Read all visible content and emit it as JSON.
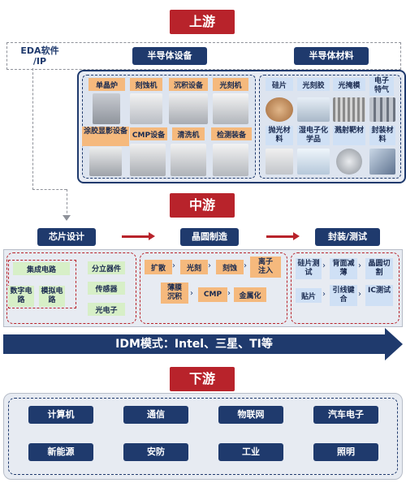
{
  "stages": {
    "upstream": "上游",
    "midstream": "中游",
    "downstream": "下游"
  },
  "upstream": {
    "eda_label": "EDA软件\n/IP",
    "equipment_header": "半导体设备",
    "materials_header": "半导体材料",
    "equipment": [
      "单晶炉",
      "刻蚀机",
      "沉积设备",
      "光刻机",
      "涂胶显影设备",
      "CMP设备",
      "清洗机",
      "检测装备"
    ],
    "materials": [
      "硅片",
      "光刻胶",
      "光掩模",
      "电子特气",
      "抛光材料",
      "湿电子化学品",
      "溅射靶材",
      "封装材料"
    ]
  },
  "midstream": {
    "chip_design": "芯片设计",
    "wafer_fab": "晶圆制造",
    "packaging": "封装/测试",
    "design": {
      "ic": "集成电路",
      "digital": "数字电路",
      "analog": "模拟电路",
      "discrete": "分立器件",
      "sensor": "传感器",
      "optoelectronic": "光电子"
    },
    "fab": [
      "扩散",
      "光刻",
      "刻蚀",
      "离子注入",
      "薄膜沉积",
      "CMP",
      "金属化"
    ],
    "pack": [
      "硅片测试",
      "背面减薄",
      "晶圆切割",
      "贴片",
      "引线键合",
      "IC测试"
    ],
    "idm": "IDM模式：Intel、三星、TI等"
  },
  "downstream": {
    "apps": [
      "计算机",
      "通信",
      "物联网",
      "汽车电子",
      "新能源",
      "安防",
      "工业",
      "照明"
    ]
  },
  "colors": {
    "red": "#b8232b",
    "navy": "#1f3a6d",
    "orange": "#f5b97d",
    "green": "#d7efc7",
    "blue": "#cfe0f5"
  }
}
